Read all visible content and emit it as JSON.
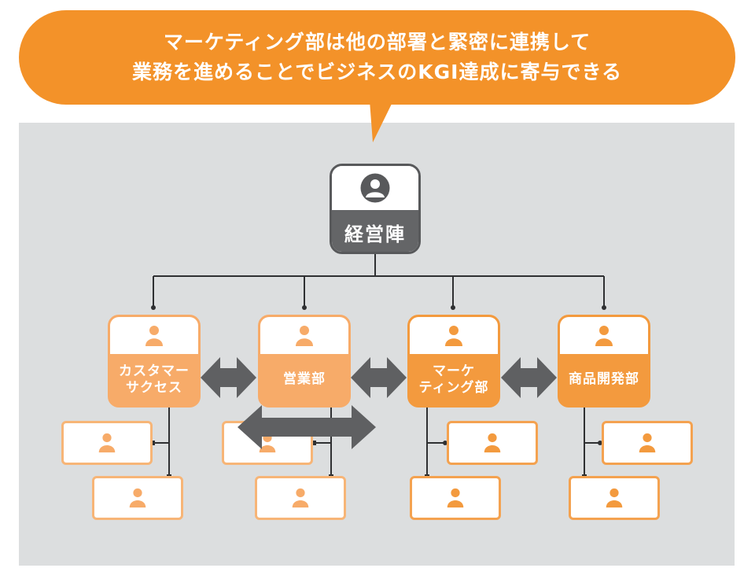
{
  "callout": {
    "line1": "マーケティング部は他の部署と緊密に連携して",
    "line2": "業務を進めることでビジネスのKGI達成に寄与できる"
  },
  "org": {
    "top": {
      "label": "経営陣",
      "icon": "person-icon"
    },
    "departments": [
      {
        "label": "カスタマー\nサクセス",
        "icon": "person-icon",
        "members": 2
      },
      {
        "label": "営業部",
        "icon": "person-icon",
        "members": 2
      },
      {
        "label": "マーケ\nティング部",
        "icon": "person-icon",
        "members": 2,
        "highlighted": true
      },
      {
        "label": "商品開発部",
        "icon": "person-icon",
        "members": 2
      }
    ],
    "collaboration_arrows": [
      {
        "between": [
          "カスタマーサクセス",
          "営業部"
        ],
        "type": "bidirectional-arrow"
      },
      {
        "between": [
          "営業部",
          "マーケティング部"
        ],
        "type": "bidirectional-arrow"
      },
      {
        "between": [
          "マーケティング部",
          "商品開発部"
        ],
        "type": "bidirectional-arrow"
      },
      {
        "between": [
          "営業部 members",
          "営業部 members"
        ],
        "type": "bidirectional-arrow"
      }
    ]
  },
  "colors": {
    "callout": "#f39229",
    "executive": "#646567",
    "department": "#f7ab69",
    "department_highlight": "#f39a3e",
    "arrow": "#5f6062",
    "panel": "#dcdedf"
  }
}
